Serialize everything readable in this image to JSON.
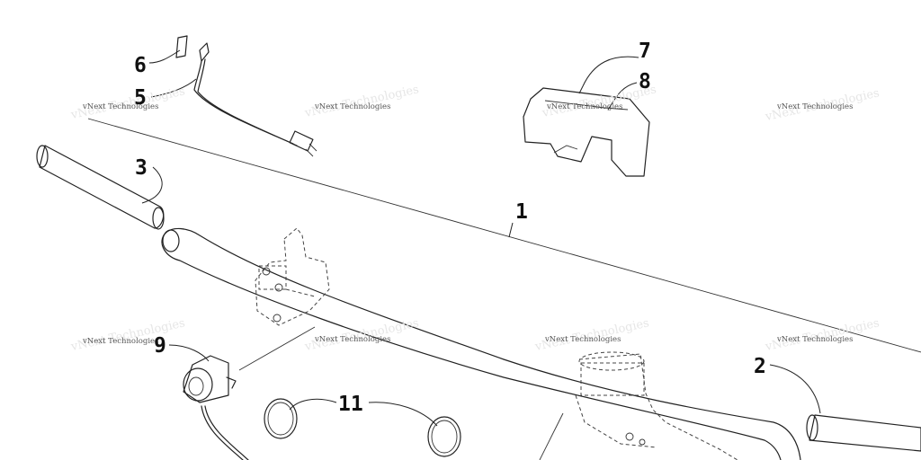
{
  "callouts": {
    "c1": "1",
    "c2": "2",
    "c3": "3",
    "c5": "5",
    "c6": "6",
    "c7": "7",
    "c8": "8",
    "c9": "9",
    "c11": "11"
  },
  "watermark": {
    "text": "vNext Technologies"
  }
}
